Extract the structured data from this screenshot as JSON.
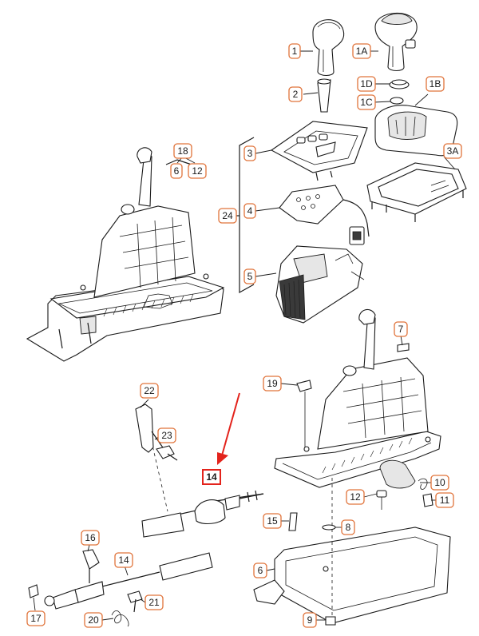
{
  "diagram": {
    "colors": {
      "callout_border": "#e0733a",
      "highlight": "#e3231c",
      "line": "#1a1a1a"
    },
    "callouts": {
      "c1": "1",
      "c1A": "1A",
      "c2": "2",
      "c1D": "1D",
      "c1C": "1C",
      "c1B": "1B",
      "c18": "18",
      "c6a": "6",
      "c12a": "12",
      "c3": "3",
      "c3A": "3A",
      "c24": "24",
      "c4": "4",
      "c5": "5",
      "c7": "7",
      "c19": "19",
      "c22": "22",
      "c23": "23",
      "c14a": "14",
      "c10": "10",
      "c11": "11",
      "c12b": "12",
      "c15": "15",
      "c8": "8",
      "c16": "16",
      "c14b": "14",
      "c6b": "6",
      "c21": "21",
      "c17": "17",
      "c20": "20",
      "c9": "9"
    }
  }
}
